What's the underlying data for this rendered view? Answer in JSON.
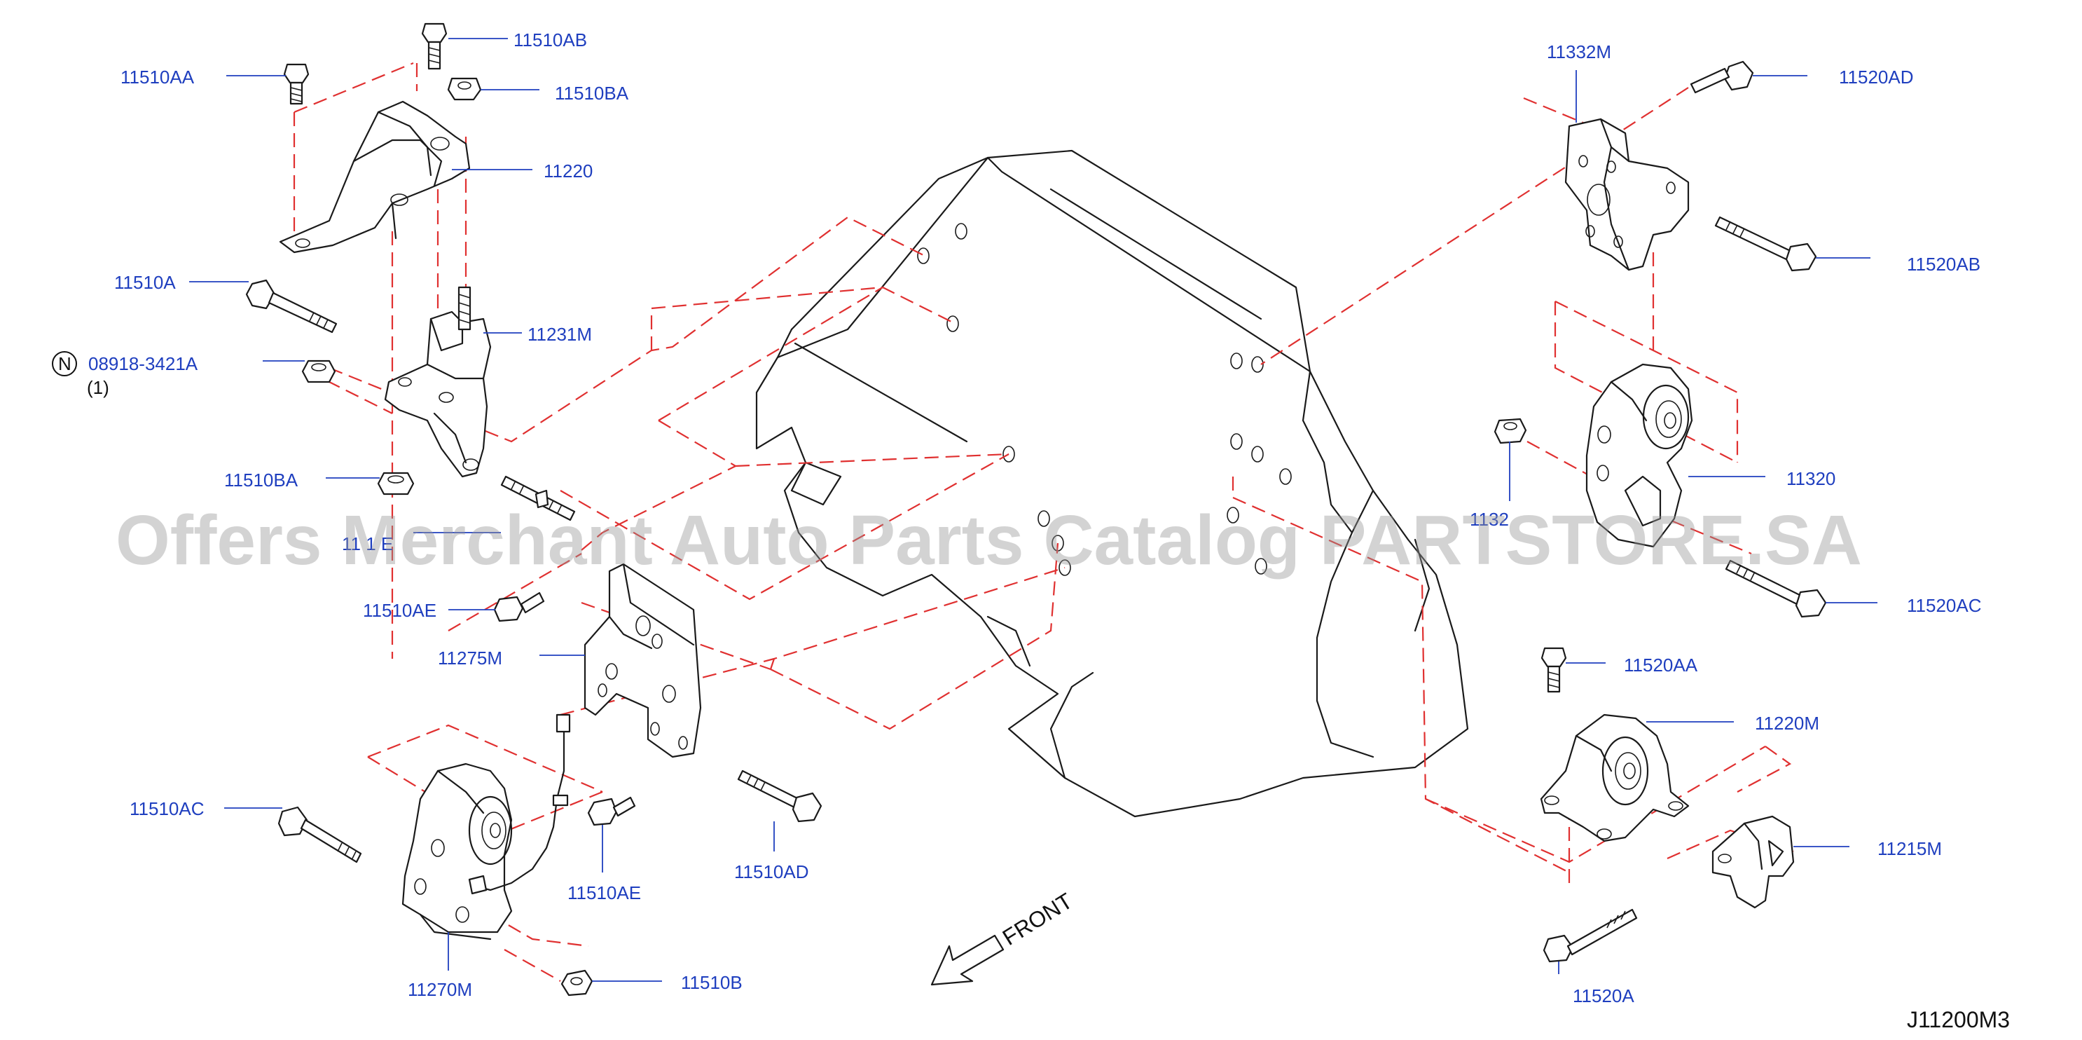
{
  "diagram_code": "J11200M3",
  "watermark": "Offers Merchant Auto Parts Catalog PARTSTORE.SA",
  "front_label": "FRONT",
  "note_symbol": "N",
  "note_qty": "(1)",
  "labels": {
    "p11510AA": "11510AA",
    "p11510AB": "11510AB",
    "p11510BA_top": "11510BA",
    "p11220": "11220",
    "p11510A": "11510A",
    "p11231M": "11231M",
    "p08918": "08918-3421A",
    "p11510BA_low": "11510BA",
    "p1151xE_partial": "11 1 E",
    "p11510AE_1": "11510AE",
    "p11275M": "11275M",
    "p11510AC": "11510AC",
    "p11270M": "11270M",
    "p11510AE_2": "11510AE",
    "p11510AD": "11510AD",
    "p11510B": "11510B",
    "p11332M": "11332M",
    "p11520AD": "11520AD",
    "p11520AB": "11520AB",
    "p11320": "11320",
    "p1132x_partial": "1132",
    "p11520AC": "11520AC",
    "p11520AA": "11520AA",
    "p11220M": "11220M",
    "p11215M": "11215M",
    "p11520A": "11520A"
  }
}
